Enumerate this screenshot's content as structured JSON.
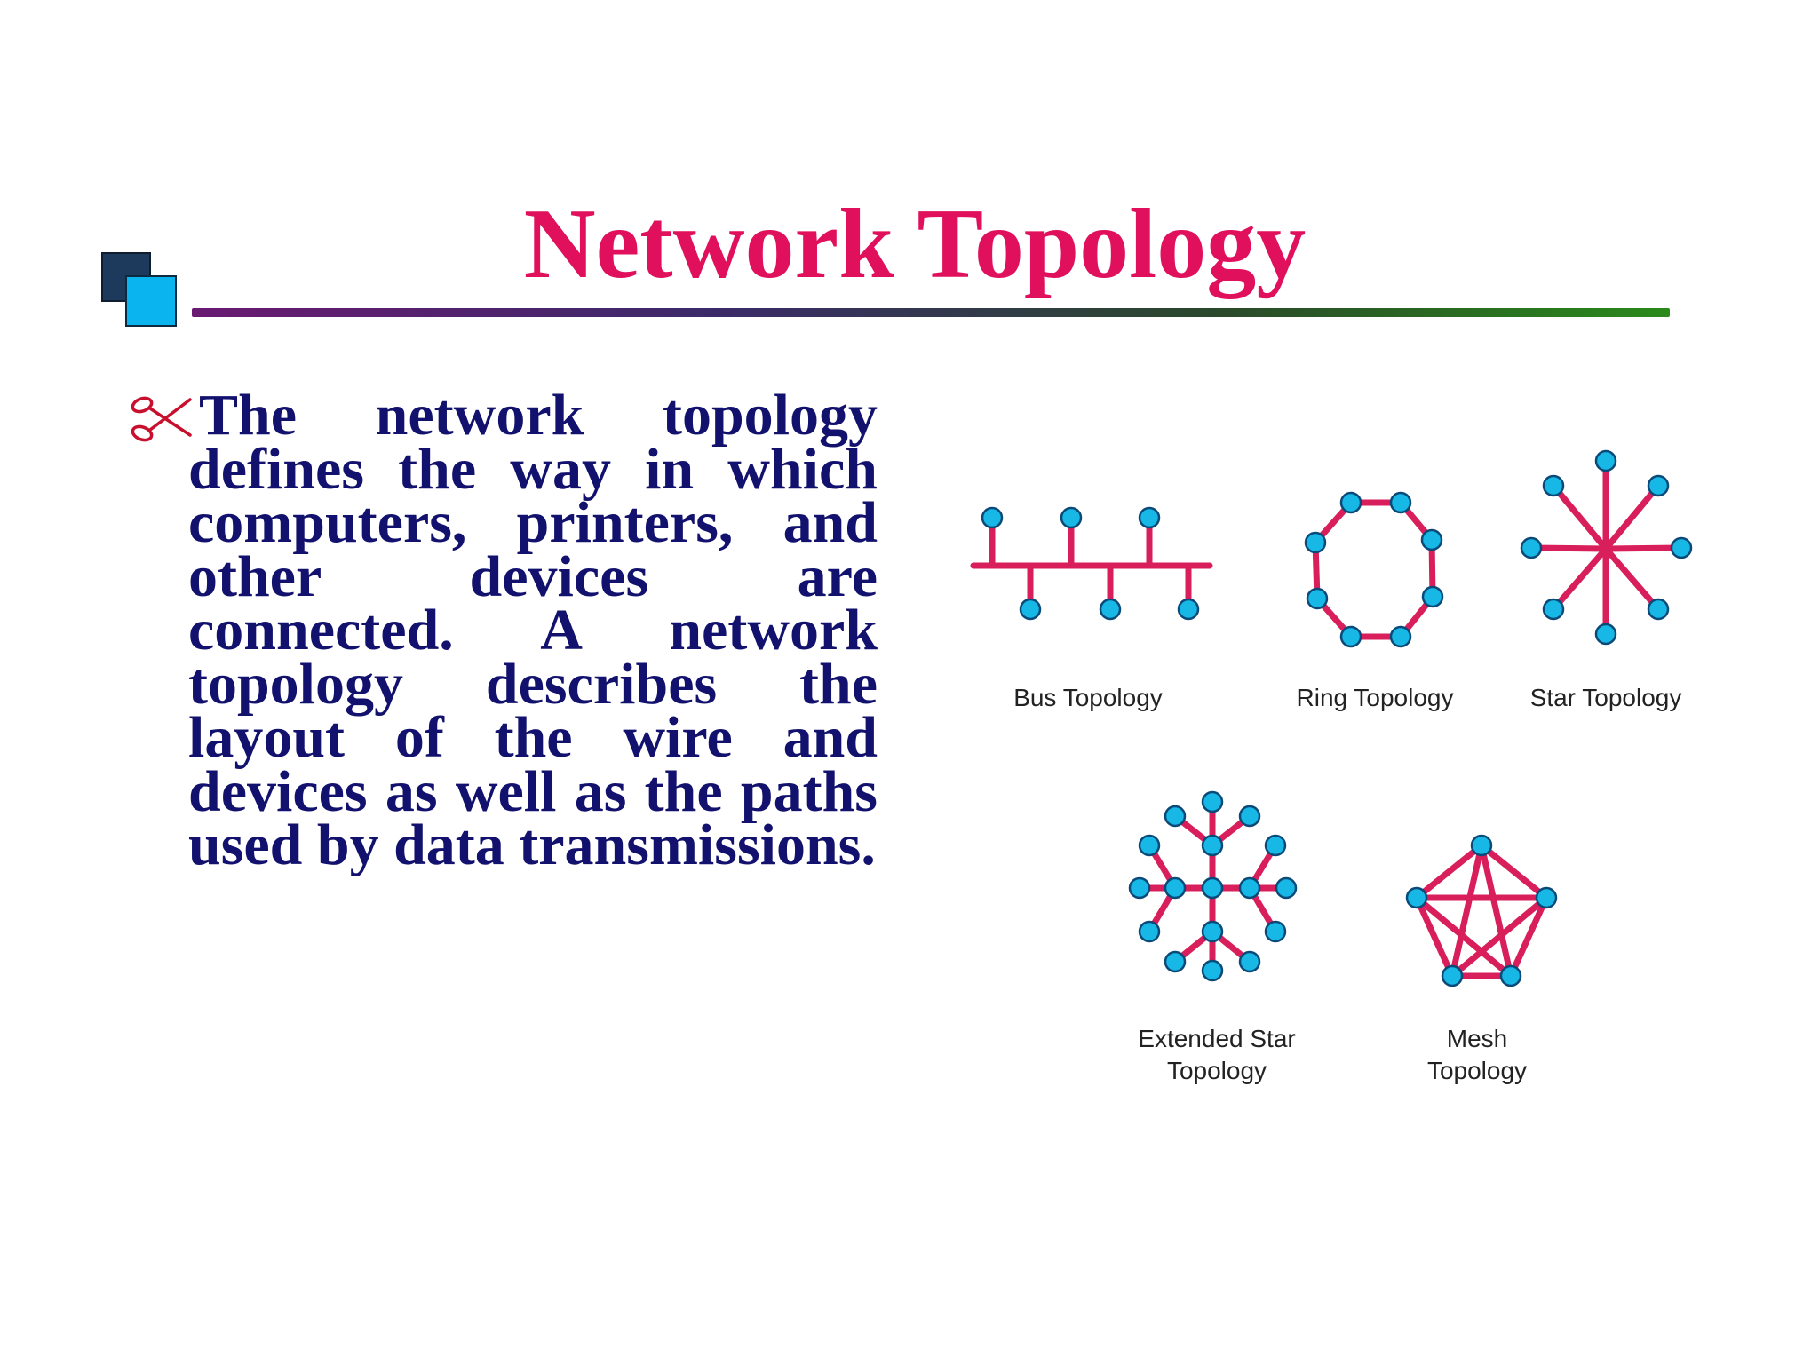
{
  "slide": {
    "title": "Network Topology",
    "body": "The network topology defines the way in which computers, printers, and other devices are connected. A network topology describes the layout of the wire and devices as well as the paths used by data transmissions."
  },
  "diagrams": {
    "bus": {
      "label": "Bus Topology"
    },
    "ring": {
      "label": "Ring Topology"
    },
    "star": {
      "label": "Star Topology"
    },
    "extended_star": {
      "label_line1": "Extended Star",
      "label_line2": "Topology"
    },
    "mesh": {
      "label_line1": "Mesh",
      "label_line2": "Topology"
    }
  },
  "colors": {
    "title": "#e0105c",
    "body_text": "#12126e",
    "link": "#d81e5b",
    "node_fill": "#17b8e6",
    "node_stroke": "#0b4a78",
    "bullet_icon": "#c8102e"
  },
  "icons": {
    "bullet": "scissors-icon"
  }
}
